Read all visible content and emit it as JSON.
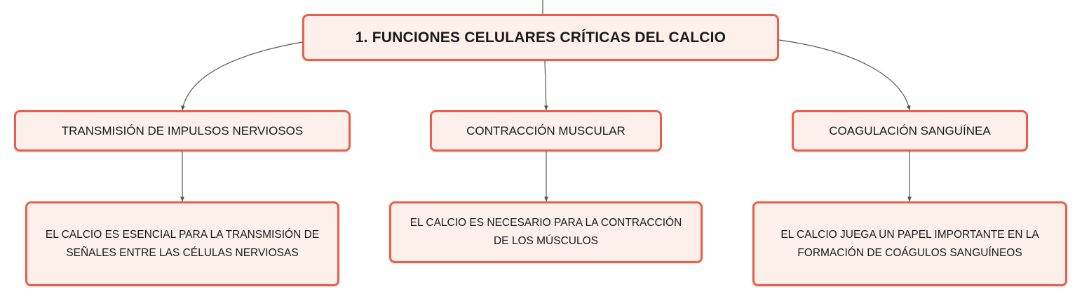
{
  "root": {
    "text": "1. FUNCIONES CELULARES CRÍTICAS DEL CALCIO"
  },
  "branches": [
    {
      "text": "TRANSMISIÓN DE IMPULSOS NERVIOSOS",
      "detail": "EL CALCIO ES ESENCIAL PARA LA TRANSMISIÓN DE SEÑALES ENTRE LAS CÉLULAS NERVIOSAS"
    },
    {
      "text": "CONTRACCIÓN MUSCULAR",
      "detail": "EL CALCIO ES NECESARIO PARA LA CONTRACCIÓN DE LOS MÚSCULOS"
    },
    {
      "text": "COAGULACIÓN SANGUÍNEA",
      "detail": "EL CALCIO JUEGA UN PAPEL IMPORTANTE EN LA FORMACIÓN DE COÁGULOS SANGUÍNEOS"
    }
  ],
  "colors": {
    "node_fill": "#fdf0ea",
    "node_border": "#e8604c",
    "connector": "#555555"
  }
}
